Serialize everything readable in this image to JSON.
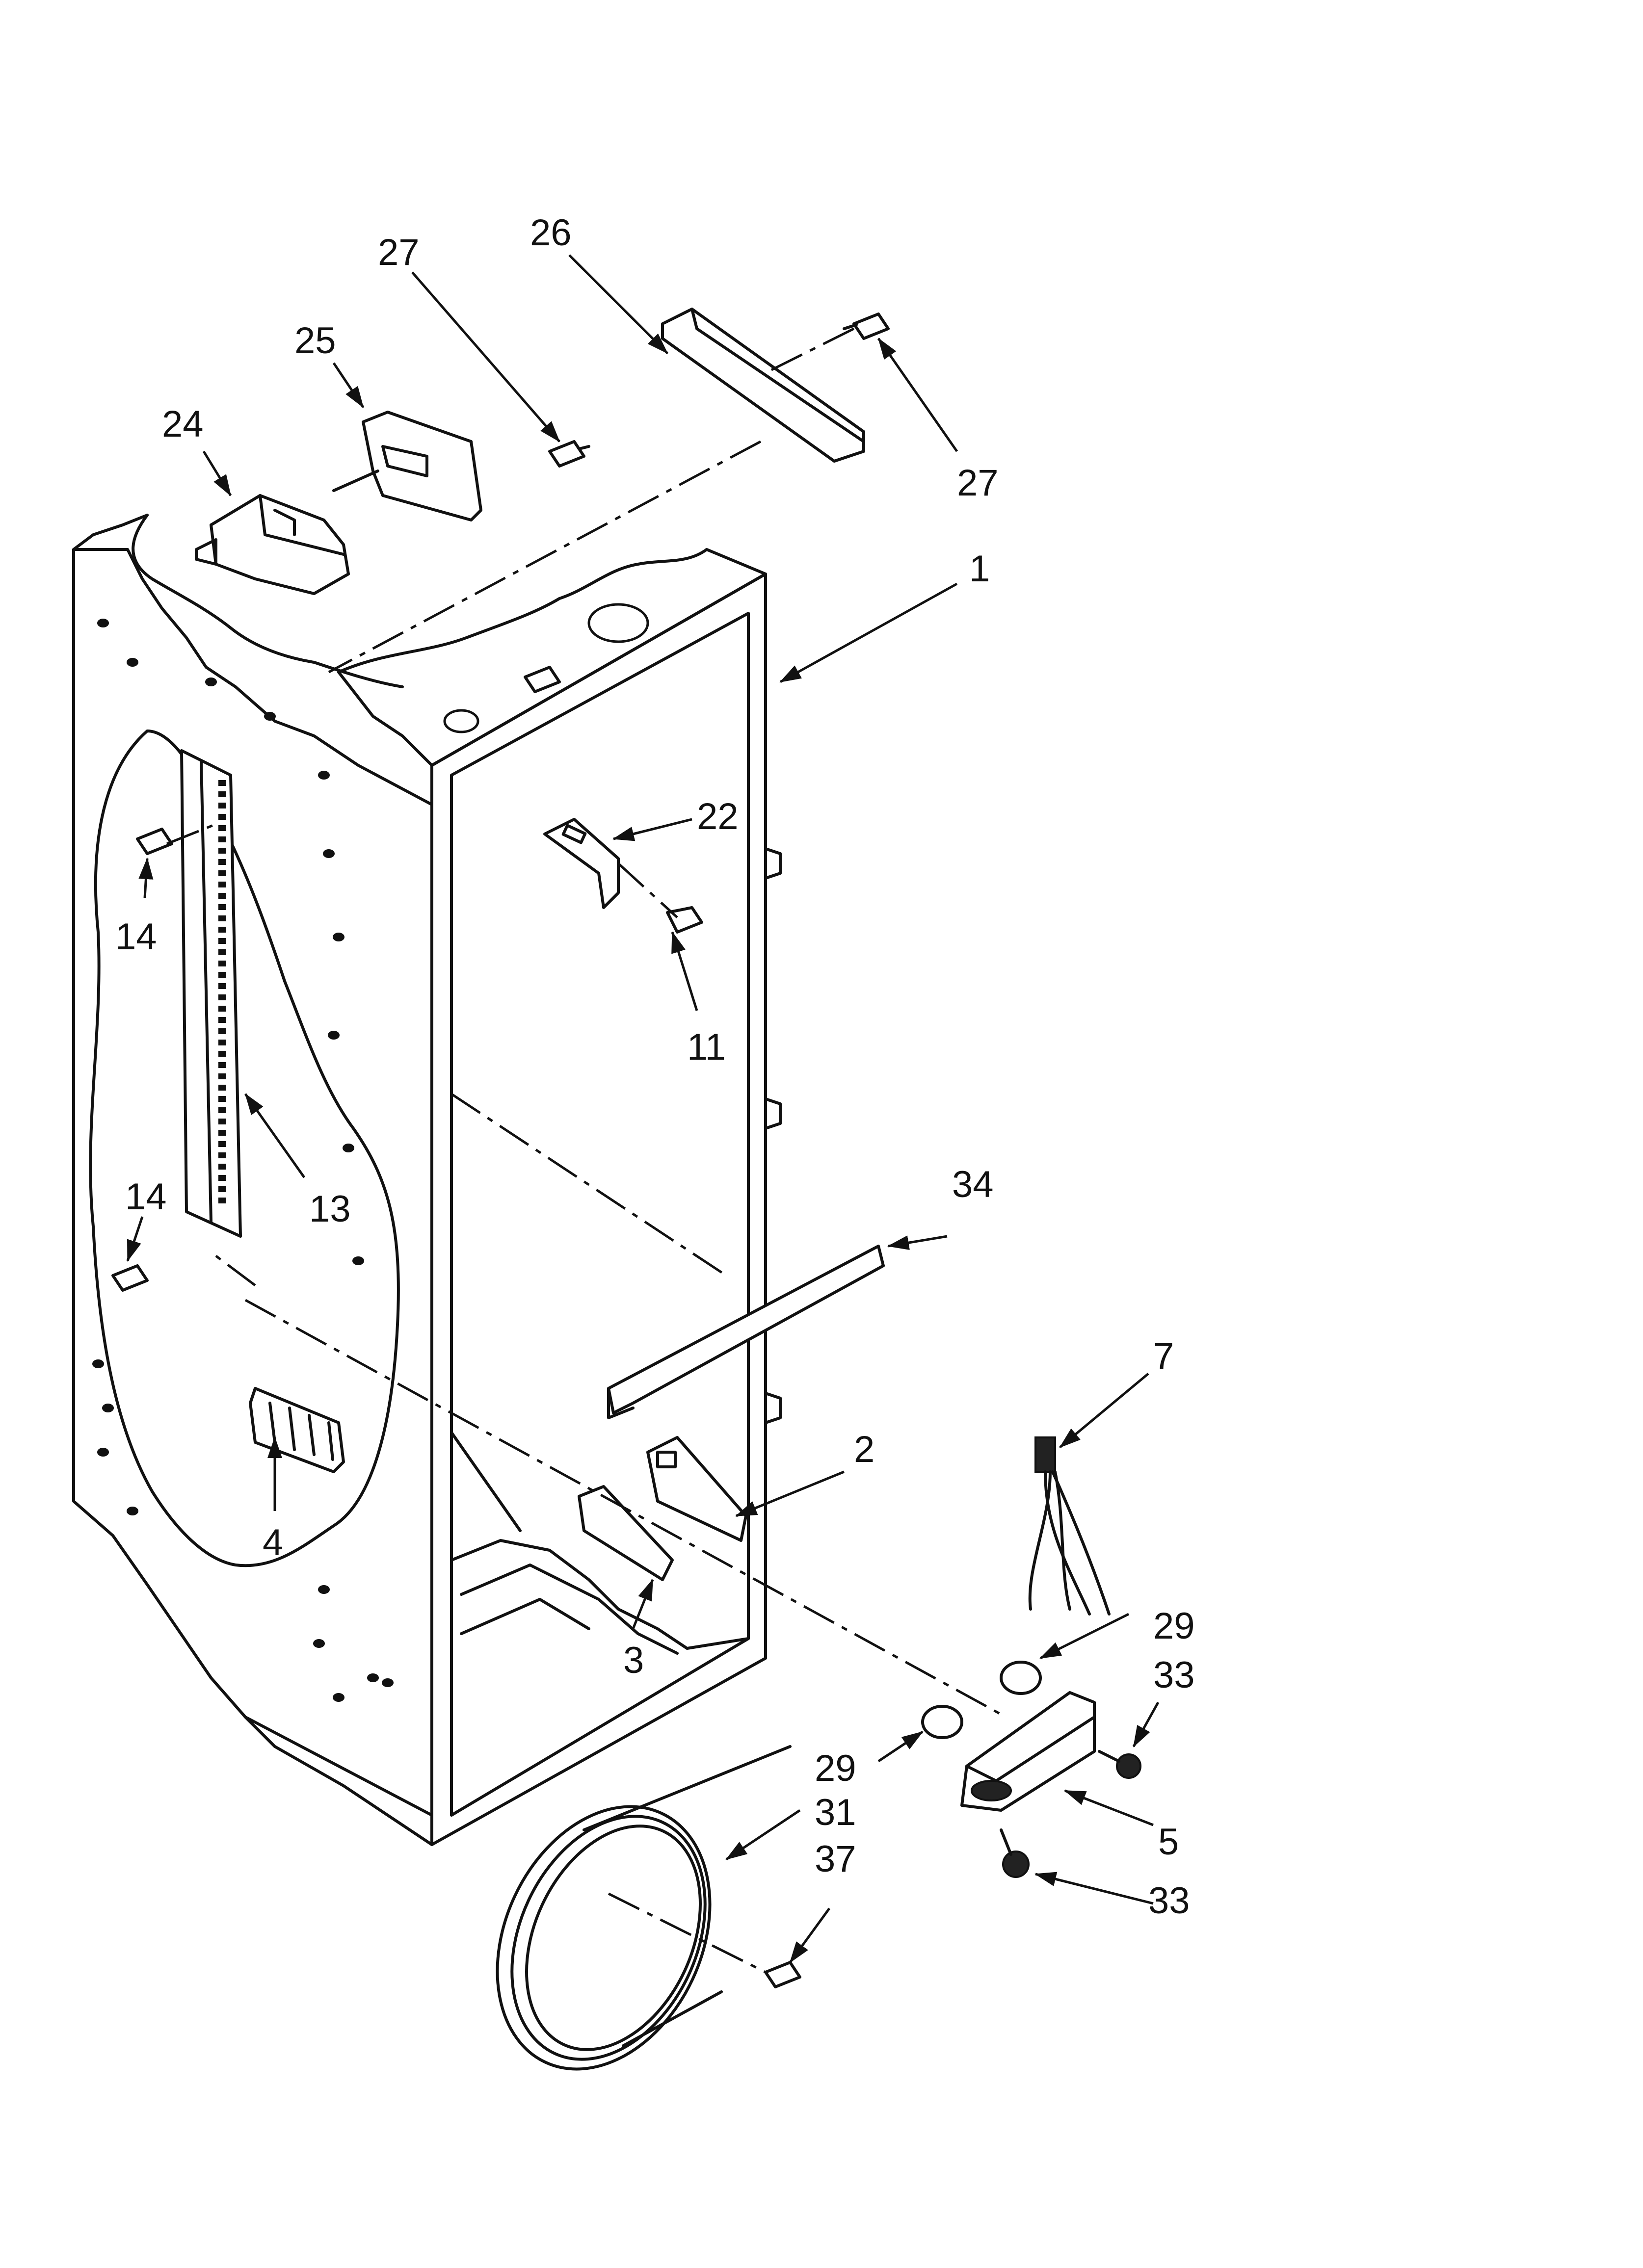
{
  "diagram": {
    "type": "exploded-parts",
    "callouts": [
      "27",
      "26",
      "25",
      "24",
      "27",
      "1",
      "22",
      "11",
      "14",
      "13",
      "14",
      "34",
      "7",
      "2",
      "4",
      "3",
      "29",
      "33",
      "29",
      "31",
      "5",
      "37",
      "33"
    ]
  }
}
